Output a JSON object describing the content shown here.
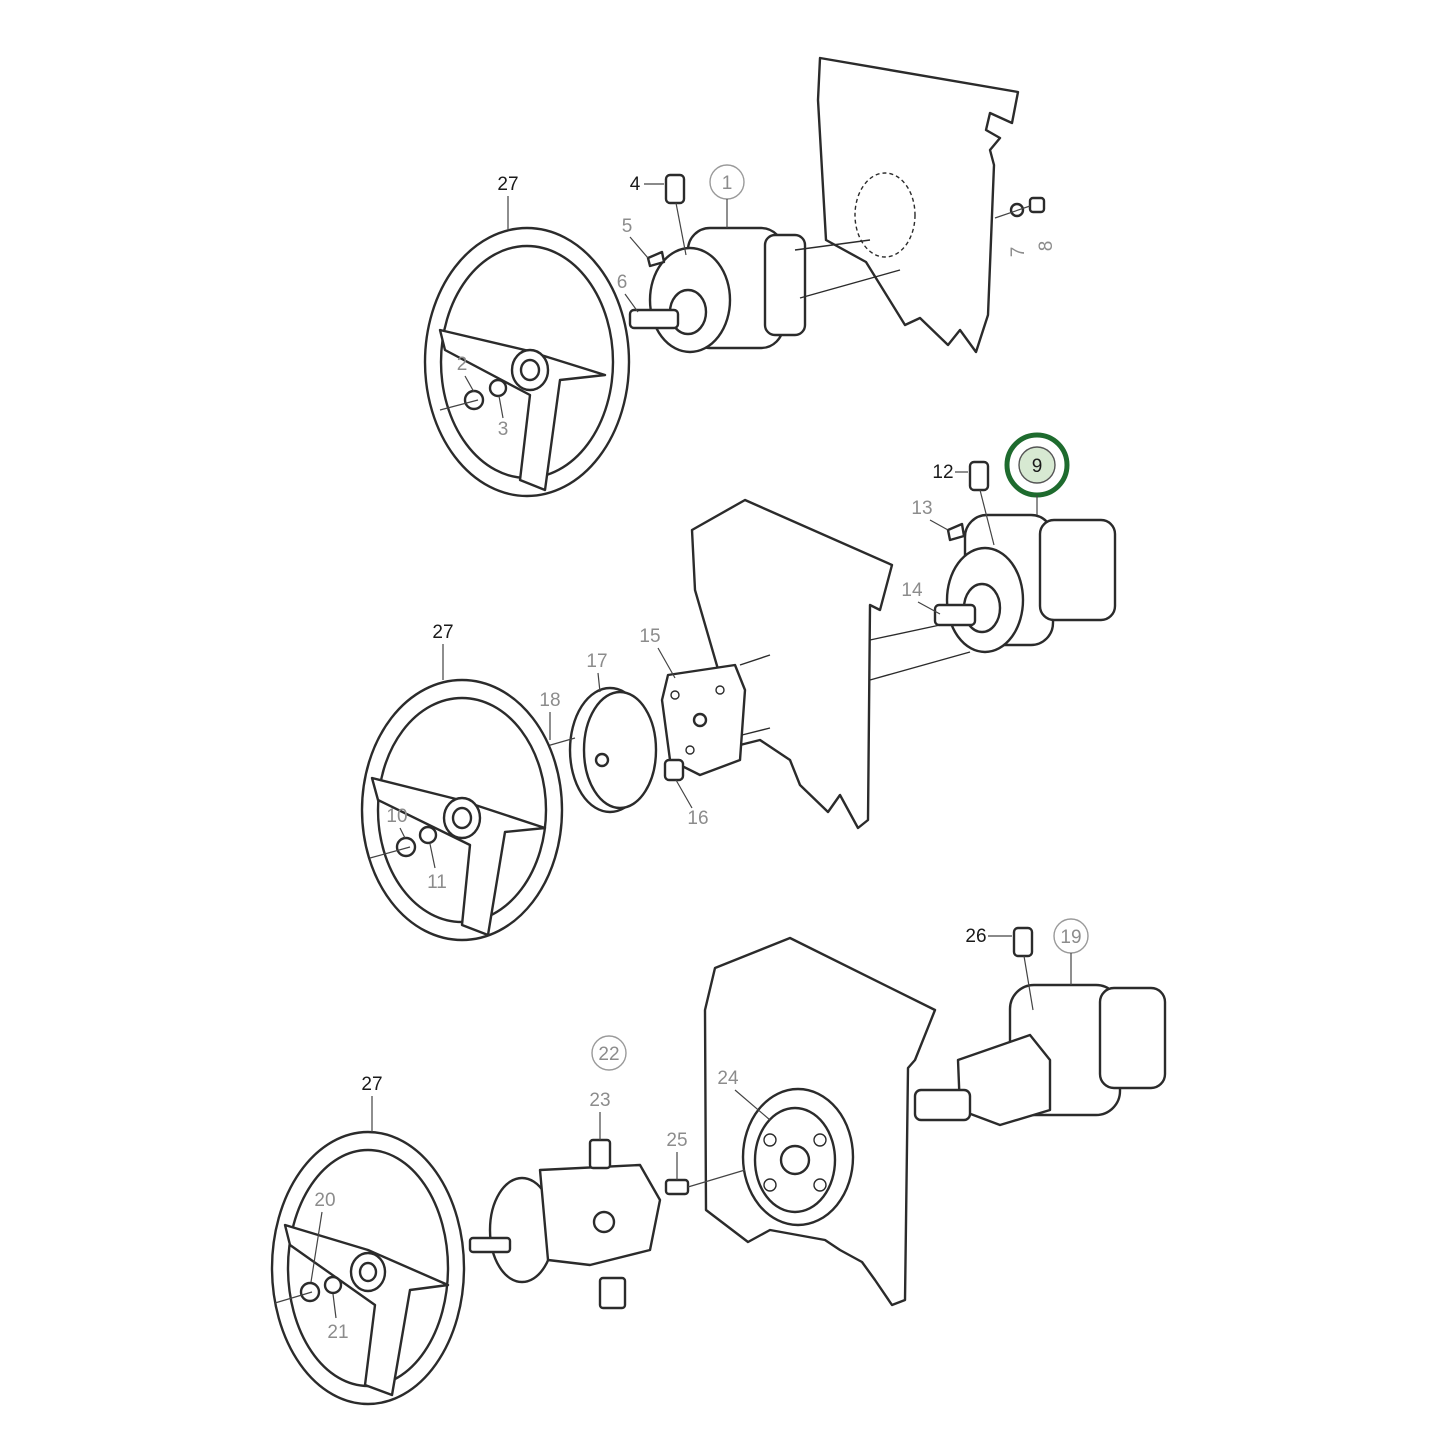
{
  "labels": {
    "top": {
      "wheel": "27",
      "unit": "1",
      "bolt": "4",
      "key": "5",
      "shaft": "6",
      "washer_a": "7",
      "nut_a": "8",
      "nut_b": "2",
      "washer_b": "3"
    },
    "middle": {
      "wheel": "27",
      "unit": "9",
      "bolt": "12",
      "key": "13",
      "shaft": "14",
      "plate": "15",
      "spacer": "16",
      "flange": "17",
      "pin": "18",
      "nut": "10",
      "washer": "11"
    },
    "bottom": {
      "wheel": "27",
      "unit": "19",
      "bolt": "26",
      "adapter": "22",
      "bracket": "23",
      "ring": "24",
      "screw": "25",
      "nut": "20",
      "washer": "21"
    }
  },
  "highlight": {
    "part": "9",
    "ring_color": "#1e6b2e",
    "fill_color": "#d7e9d2"
  }
}
